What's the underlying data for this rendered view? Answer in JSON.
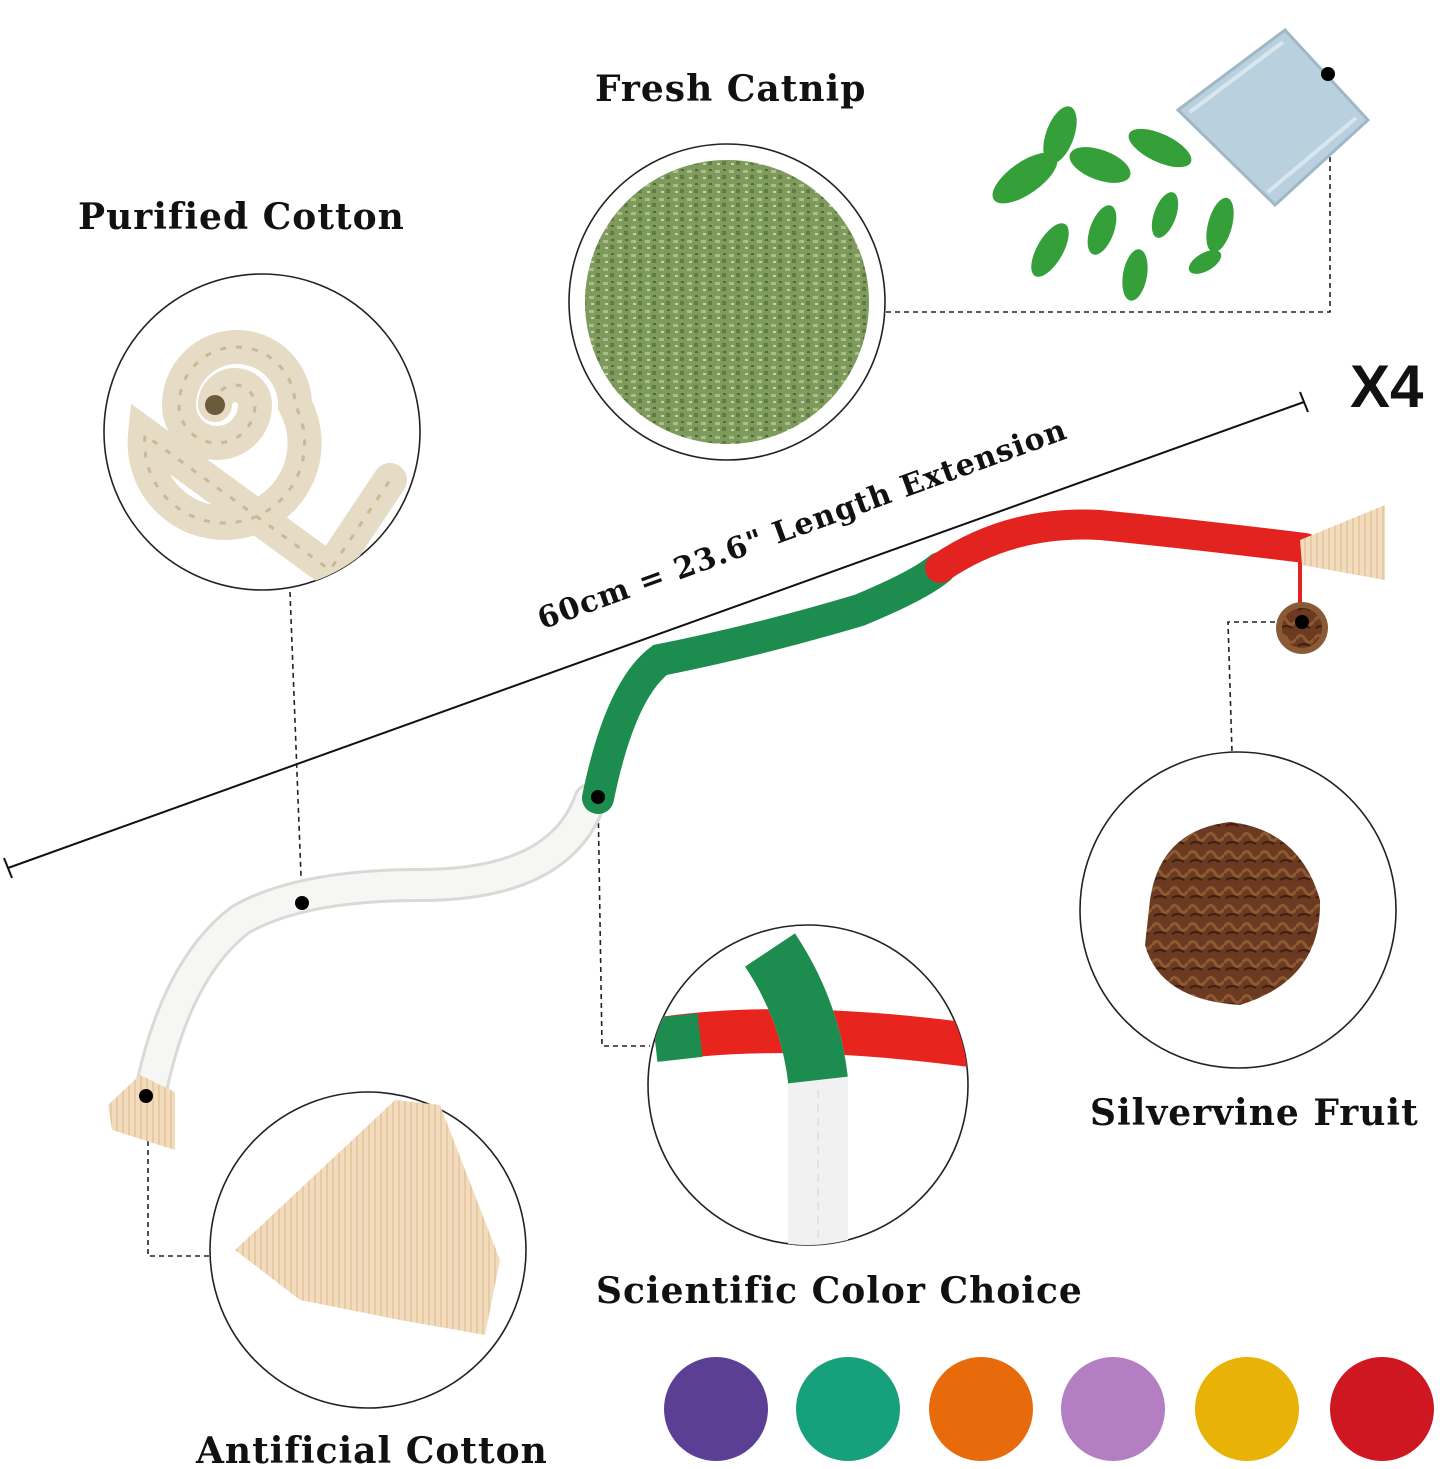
{
  "labels": {
    "fresh_catnip": "Fresh Catnip",
    "purified_cotton": "Purified Cotton",
    "silvervine_fruit": "Silvervine Fruit",
    "scientific_color_choice": "Scientific Color Choice",
    "antificial_cotton": "Antificial Cotton",
    "quantity": "X4",
    "length": "60cm = 23.6\"  Length Extension"
  },
  "color_choices": [
    "#5b3f94",
    "#17a07c",
    "#e76b0b",
    "#b47ec3",
    "#e9b206",
    "#cf1722"
  ],
  "rope_colors": {
    "white": "#f2f2f0",
    "green": "#1d8c4f",
    "red": "#e2231f",
    "tassel": "#f0d6b4"
  }
}
